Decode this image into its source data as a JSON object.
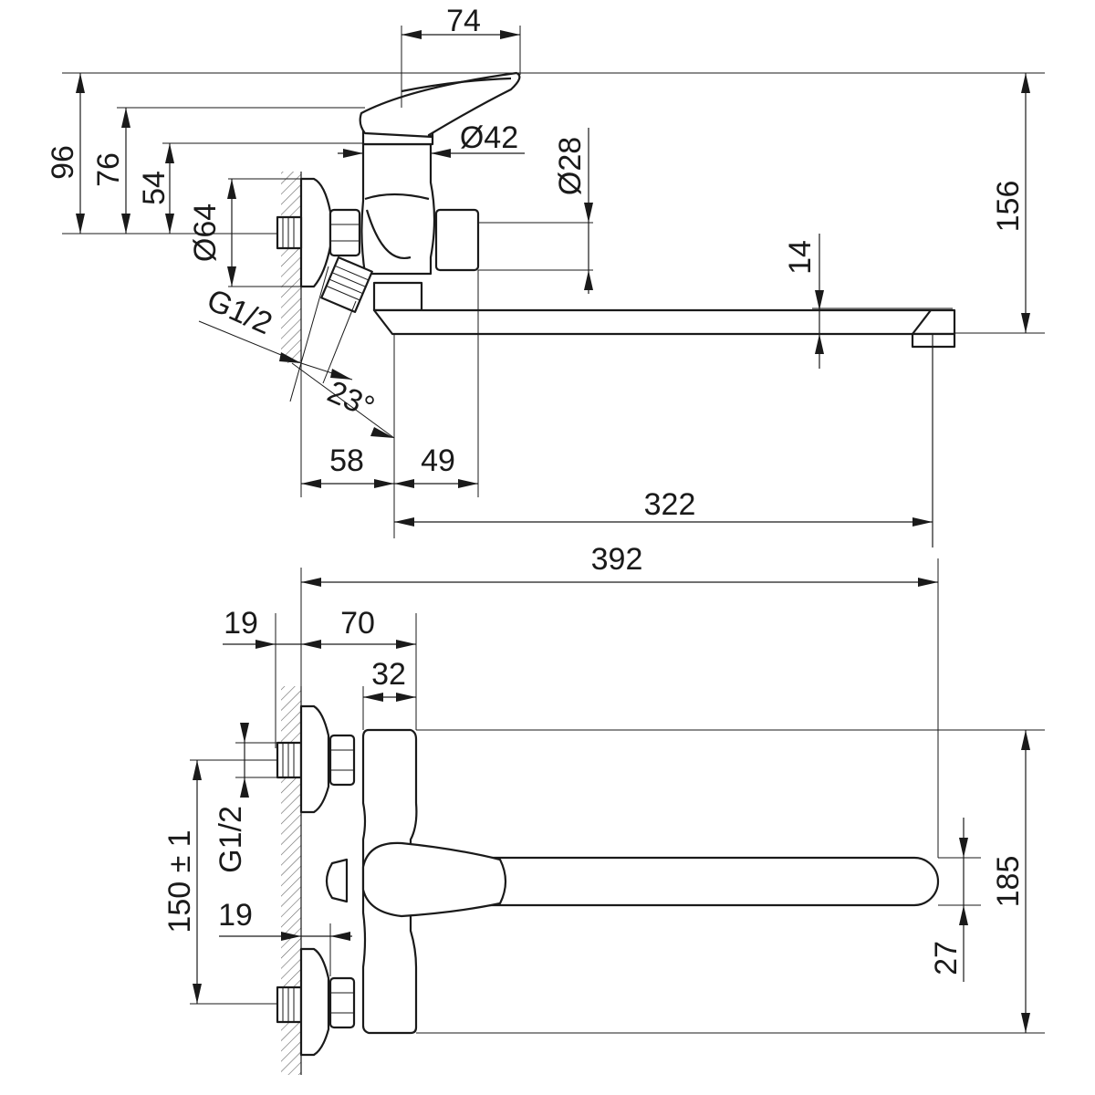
{
  "side_view": {
    "dims": {
      "handle_offset": "74",
      "height_96": "96",
      "height_76": "76",
      "height_54": "54",
      "diameter_42": "Ø42",
      "diameter_28": "Ø28",
      "diameter_64": "Ø64",
      "thread": "G1/2",
      "angle": "23°",
      "spout_thickness": "14",
      "total_height": "156",
      "dist_58": "58",
      "dist_49": "49",
      "reach": "322"
    }
  },
  "top_view": {
    "dims": {
      "overall_length": "392",
      "wall_19_top": "19",
      "depth_70": "70",
      "body_32": "32",
      "thread": "G1/2",
      "centers": "150 ± 1",
      "wall_19_bottom": "19",
      "width_185": "185",
      "spout_27": "27"
    }
  }
}
